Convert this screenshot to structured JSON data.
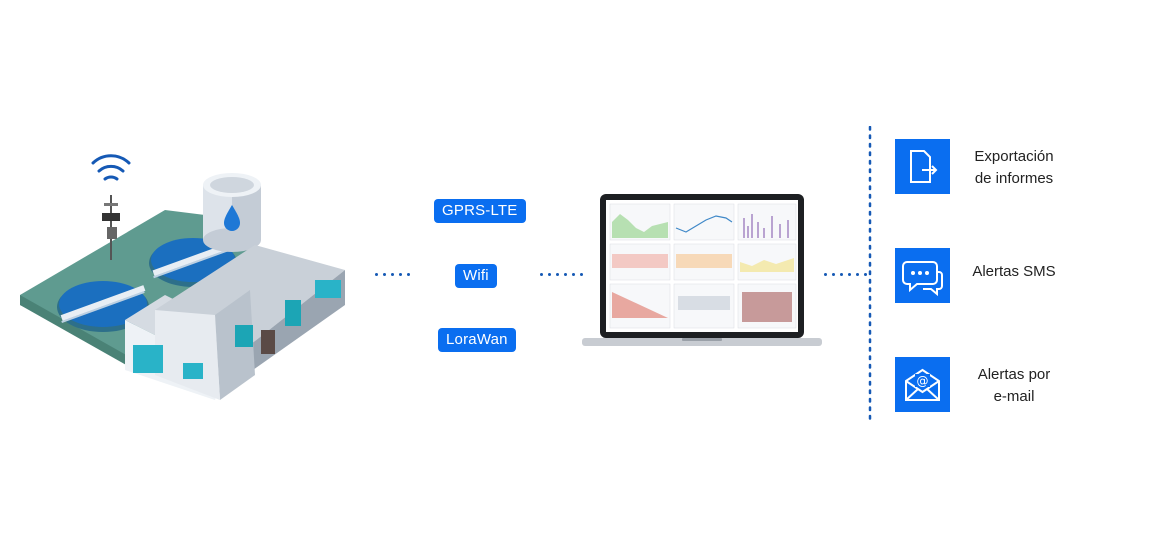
{
  "protocols": [
    {
      "id": "gprs",
      "label": "GPRS-LTE"
    },
    {
      "id": "wifi",
      "label": "Wifi"
    },
    {
      "id": "lora",
      "label": "LoraWan"
    }
  ],
  "outputs": [
    {
      "id": "export",
      "line1": "Exportación",
      "line2": "de informes",
      "icon": "file-export-icon"
    },
    {
      "id": "sms",
      "line1": "Alertas SMS",
      "line2": "",
      "icon": "chat-bubbles-icon"
    },
    {
      "id": "email",
      "line1": "Alertas por",
      "line2": "e-mail",
      "icon": "envelope-at-icon"
    }
  ],
  "colors": {
    "accent": "#0a6ef0",
    "dots": "#1559b5",
    "ground": "#5a9a8e",
    "water": "#1b6fbf"
  }
}
